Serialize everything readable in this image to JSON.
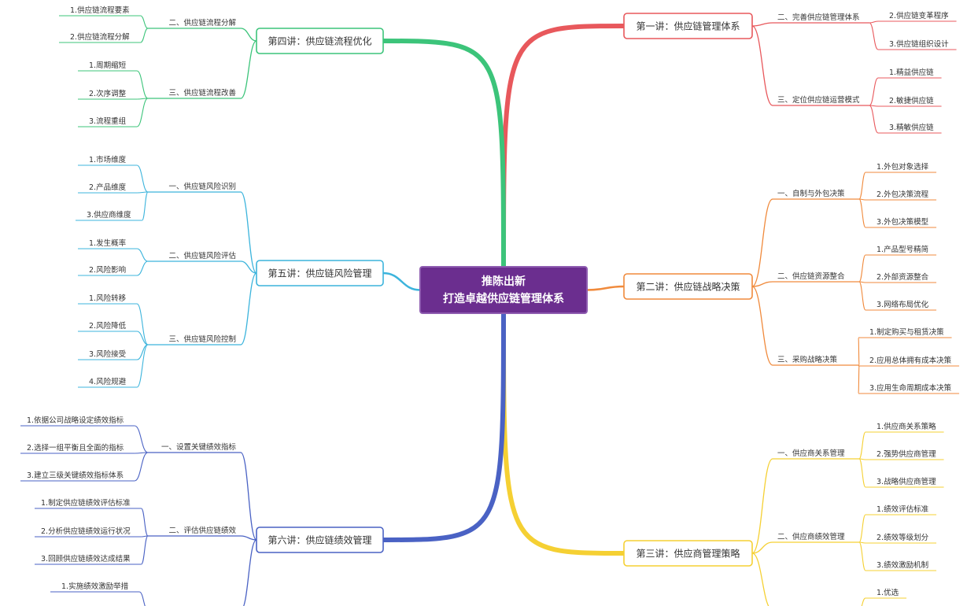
{
  "root": {
    "line1": "推陈出新",
    "line2": "打造卓越供应链管理体系",
    "fill": "#6b2e8f",
    "border": "#8e5cb0"
  },
  "lectures": [
    {
      "id": "l1",
      "title": "第一讲：供应链管理体系",
      "color": "#e8585c",
      "side": "right",
      "groups": [
        {
          "label": "二、完善供应链管理体系",
          "items": [
            "2.供应链变革程序",
            "3.供应链组织设计"
          ]
        },
        {
          "label": "三、定位供应链运营模式",
          "items": [
            "1.精益供应链",
            "2.敏捷供应链",
            "3.精敏供应链"
          ]
        }
      ]
    },
    {
      "id": "l2",
      "title": "第二讲：供应链战略决策",
      "color": "#f08a3c",
      "side": "right",
      "groups": [
        {
          "label": "一、自制与外包决策",
          "items": [
            "1.外包对象选择",
            "2.外包决策流程",
            "3.外包决策模型"
          ]
        },
        {
          "label": "二、供应链资源整合",
          "items": [
            "1.产品型号精简",
            "2.外部资源整合",
            "3.网络布局优化"
          ]
        },
        {
          "label": "三、采购战略决策",
          "items": [
            "1.制定购买与租赁决策",
            "2.应用总体拥有成本决策",
            "3.应用生命周期成本决策"
          ]
        }
      ]
    },
    {
      "id": "l3",
      "title": "第三讲：供应商管理策略",
      "color": "#f5d033",
      "side": "right",
      "groups": [
        {
          "label": "一、供应商关系管理",
          "items": [
            "1.供应商关系策略",
            "2.强势供应商管理",
            "3.战略供应商管理"
          ]
        },
        {
          "label": "二、供应商绩效管理",
          "items": [
            "1.绩效评估标准",
            "2.绩效等级划分",
            "3.绩效激励机制"
          ]
        },
        {
          "label": "",
          "items": [
            "1.优选"
          ]
        }
      ]
    },
    {
      "id": "l4",
      "title": "第四讲：供应链流程优化",
      "color": "#3cc47a",
      "side": "left",
      "groups": [
        {
          "label": "二、供应链流程分解",
          "items": [
            "1.供应链流程要素",
            "2.供应链流程分解"
          ]
        },
        {
          "label": "三、供应链流程改善",
          "items": [
            "1.周期缩短",
            "2.次序调整",
            "3.流程重组"
          ]
        }
      ]
    },
    {
      "id": "l5",
      "title": "第五讲：供应链风险管理",
      "color": "#3cb4dc",
      "side": "left",
      "groups": [
        {
          "label": "一、供应链风险识别",
          "items": [
            "1.市场维度",
            "2.产品维度",
            "3.供应商维度"
          ]
        },
        {
          "label": "二、供应链风险评估",
          "items": [
            "1.发生概率",
            "2.风险影响"
          ]
        },
        {
          "label": "三、供应链风险控制",
          "items": [
            "1.风险转移",
            "2.风险降低",
            "3.风险接受",
            "4.风险规避"
          ]
        }
      ]
    },
    {
      "id": "l6",
      "title": "第六讲：供应链绩效管理",
      "color": "#4a62c4",
      "side": "left",
      "groups": [
        {
          "label": "一、设置关键绩效指标",
          "items": [
            "1.依据公司战略设定绩效指标",
            "2.选择一组平衡且全面的指标",
            "3.建立三级关键绩效指标体系"
          ]
        },
        {
          "label": "二、评估供应链绩效",
          "items": [
            "1.制定供应链绩效评估标准",
            "2.分析供应链绩效运行状况",
            "3.回顾供应链绩效达成结果"
          ]
        },
        {
          "label": "",
          "items": [
            "1.实施绩效激励举措"
          ]
        }
      ]
    }
  ]
}
